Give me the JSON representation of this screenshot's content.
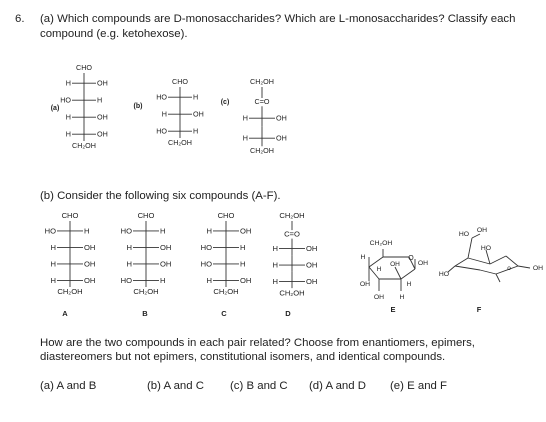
{
  "question": {
    "number": "6.",
    "part_a_line1": "(a) Which compounds are D-monosaccharides? Which are L-monosaccharides? Classify each",
    "part_a_line2": "compound (e.g. ketohexose).",
    "part_b": "(b) Consider the following six compounds (A-F).",
    "relation_line1": "How are the two compounds in each pair related? Choose from enantiomers, epimers,",
    "relation_line2": "diastereomers but not epimers, constitutional isomers, and identical compounds."
  },
  "part_a_structures": [
    {
      "label": "(a)",
      "top": "CHO",
      "rows": [
        [
          "H",
          "OH"
        ],
        [
          "HO",
          "H"
        ],
        [
          "H",
          "OH"
        ],
        [
          "H",
          "OH"
        ]
      ],
      "bottom": "CH₂OH"
    },
    {
      "label": "(b)",
      "top": "CHO",
      "rows": [
        [
          "HO",
          "H"
        ],
        [
          "H",
          "OH"
        ],
        [
          "HO",
          "H"
        ]
      ],
      "bottom": "CH₂OH"
    },
    {
      "label": "(c)",
      "top": "CH₂OH",
      "carbonyl": "C=O",
      "rows": [
        [
          "H",
          "OH"
        ],
        [
          "H",
          "OH"
        ]
      ],
      "bottom": "CH₂OH"
    }
  ],
  "part_b_structures": [
    {
      "label": "A",
      "top": "CHO",
      "rows": [
        [
          "HO",
          "H"
        ],
        [
          "H",
          "OH"
        ],
        [
          "H",
          "OH"
        ],
        [
          "H",
          "OH"
        ]
      ],
      "bottom": "CH₂OH"
    },
    {
      "label": "B",
      "top": "CHO",
      "rows": [
        [
          "HO",
          "H"
        ],
        [
          "H",
          "OH"
        ],
        [
          "H",
          "OH"
        ],
        [
          "HO",
          "H"
        ]
      ],
      "bottom": "CH₂OH"
    },
    {
      "label": "C",
      "top": "CHO",
      "rows": [
        [
          "H",
          "OH"
        ],
        [
          "HO",
          "H"
        ],
        [
          "HO",
          "H"
        ],
        [
          "H",
          "OH"
        ]
      ],
      "bottom": "CH₂OH"
    },
    {
      "label": "D",
      "top": "CH₂OH",
      "carbonyl": "C=O",
      "rows": [
        [
          "H",
          "OH"
        ],
        [
          "H",
          "OH"
        ],
        [
          "H",
          "OH"
        ]
      ],
      "bottom": "CH₂OH"
    },
    {
      "label": "E",
      "ring_labels": [
        "CH₂OH",
        "O",
        "OH",
        "H",
        "H",
        "OH",
        "OH",
        "H",
        "OH",
        "H"
      ]
    },
    {
      "label": "F",
      "ring_labels": [
        "HO",
        "OH",
        "HO",
        "HO",
        "OH"
      ]
    }
  ],
  "pairs": [
    {
      "label": "(a)",
      "text": "A and B"
    },
    {
      "label": "(b)",
      "text": "A and C"
    },
    {
      "label": "(c)",
      "text": "B and C"
    },
    {
      "label": "(d)",
      "text": "A and D"
    },
    {
      "label": "(e)",
      "text": "E and F"
    }
  ]
}
